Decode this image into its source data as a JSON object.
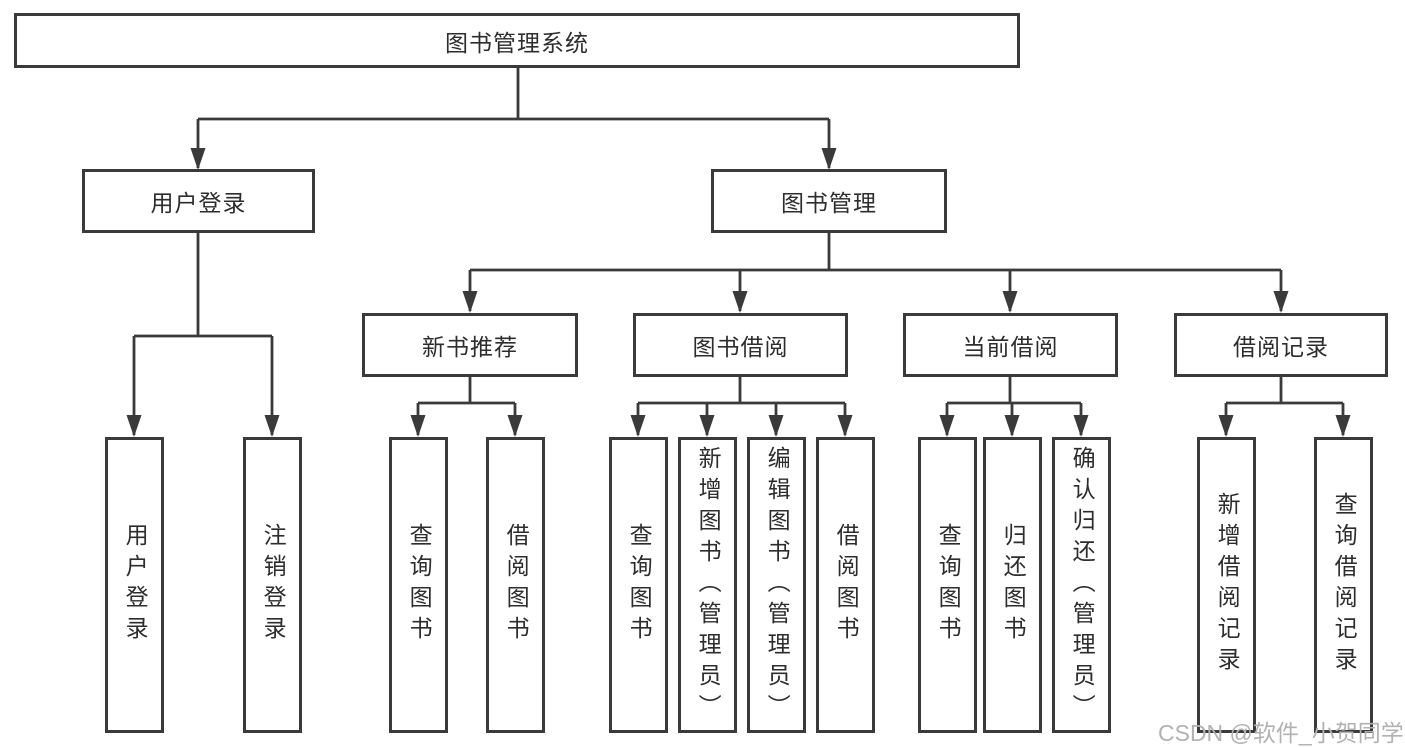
{
  "nodes": {
    "root": {
      "label": "图书管理系统"
    },
    "user_login": {
      "label": "用户登录"
    },
    "book_mgmt": {
      "label": "图书管理"
    },
    "new_books": {
      "label": "新书推荐"
    },
    "book_borrow": {
      "label": "图书借阅"
    },
    "current_borrow": {
      "label": "当前借阅"
    },
    "borrow_records": {
      "label": "借阅记录"
    },
    "user_login_children": [
      {
        "label": "用户登录"
      },
      {
        "label": "注销登录"
      }
    ],
    "new_books_children": [
      {
        "label": "查询图书"
      },
      {
        "label": "借阅图书"
      }
    ],
    "book_borrow_children": [
      {
        "label": "查询图书"
      },
      {
        "label": "新增图书（管理员）"
      },
      {
        "label": "编辑图书（管理员）"
      },
      {
        "label": "借阅图书"
      }
    ],
    "current_borrow_children": [
      {
        "label": "查询图书"
      },
      {
        "label": "归还图书"
      },
      {
        "label": "确认归还（管理员）"
      }
    ],
    "borrow_records_children": [
      {
        "label": "新增借阅记录"
      },
      {
        "label": "查询借阅记录"
      }
    ]
  },
  "watermark": "CSDN @软件_小贺同学",
  "colors": {
    "line": "#3a3a3a",
    "text": "#2d2d2d",
    "watermark": "#b2b2b2",
    "background": "#ffffff"
  }
}
